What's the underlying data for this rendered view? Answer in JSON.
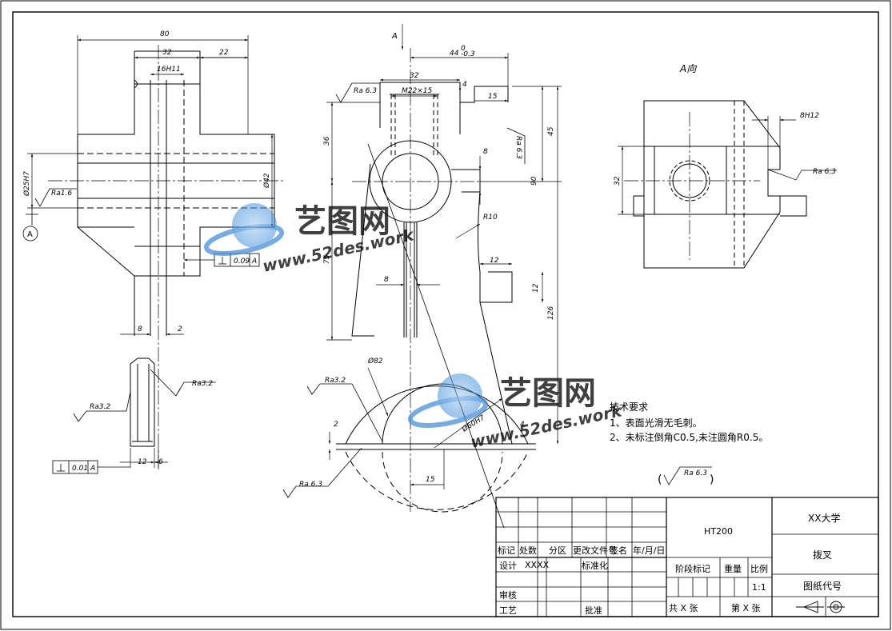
{
  "title_block": {
    "material": "HT200",
    "school": "XX大学",
    "part_name": "拨叉",
    "drawing_code": "图纸代号",
    "scale": "1:1",
    "sheets_total": "共 X 张",
    "sheet_no": "第 X 张",
    "labels": {
      "mark": "标记",
      "count": "处数",
      "zone": "分区",
      "change_doc": "更改文件号",
      "signature": "签名",
      "date": "年/月/日",
      "design": "设计",
      "designer": "XXXX",
      "standardize": "标准化",
      "review": "审核",
      "process": "工艺",
      "approve": "批准",
      "stage_mark": "阶段标记",
      "weight": "重量",
      "ratio": "比例"
    }
  },
  "tech_requirements": {
    "heading": "技术要求",
    "item1": "1、表面光滑无毛刺。",
    "item2": "2、未标注倒角C0.5,未注圆角R0.5。"
  },
  "default_roughness": "Ra 6.3",
  "view_labels": {
    "view_a_title": "A向",
    "arrow_a": "A",
    "datum_a": "A"
  },
  "watermark": {
    "brand": "艺图网",
    "url": "www.52des.work"
  },
  "dimensions": {
    "left": {
      "d80": "80",
      "d32": "32",
      "d22": "22",
      "d16h11": "16H11",
      "d25h7": "Ø25H7",
      "d42": "Ø42",
      "ra16": "Ra1.6",
      "perp009": "0.09",
      "perp009_ref": "A",
      "d8": "8",
      "d2": "2",
      "ra32a": "Ra3.2",
      "ra32b": "Ra3.2",
      "d12": "12",
      "d6": "6",
      "perp001": "0.01",
      "perp001_ref": "A"
    },
    "front": {
      "d44": "44",
      "d44_tol": "-0.3",
      "d44_tol_up": "0",
      "d32": "32",
      "m22": "M22×15",
      "ra63a": "Ra 6.3",
      "ra63b": "Ra 6.3",
      "d4": "4",
      "d15": "15",
      "d36": "36",
      "d45": "45",
      "d8a": "8",
      "d90": "90",
      "r10": "R10",
      "d75": "75",
      "d12a": "12",
      "d8b": "8",
      "d12b": "12",
      "d126": "126",
      "d82": "Ø82",
      "ra32": "Ra3.2",
      "d2": "2",
      "d60h7": "Ø60H7",
      "d4b": "4",
      "d15b": "15",
      "ra63c": "Ra 6.3"
    },
    "view_a": {
      "d8h12": "8H12",
      "ra63": "Ra 6.3",
      "d32": "32"
    }
  }
}
